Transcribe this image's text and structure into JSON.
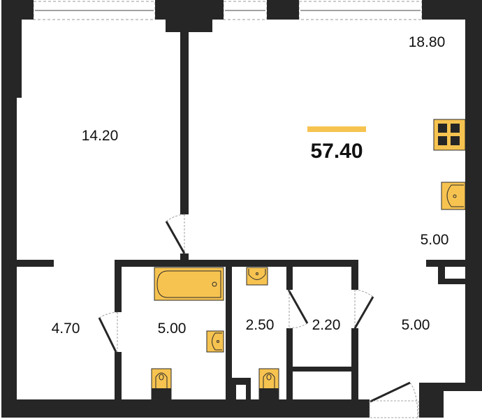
{
  "plan": {
    "total_area": "57.40",
    "rooms": {
      "living_room": "18.80",
      "bedroom": "14.20",
      "kitchen": "5.00",
      "hall_left": "4.70",
      "bathroom": "5.00",
      "toilet": "2.50",
      "storage": "2.20",
      "hallway": "5.00"
    },
    "colors": {
      "wall": "#262626",
      "fixture": "#f7c350",
      "accent": "#f7c350"
    }
  }
}
